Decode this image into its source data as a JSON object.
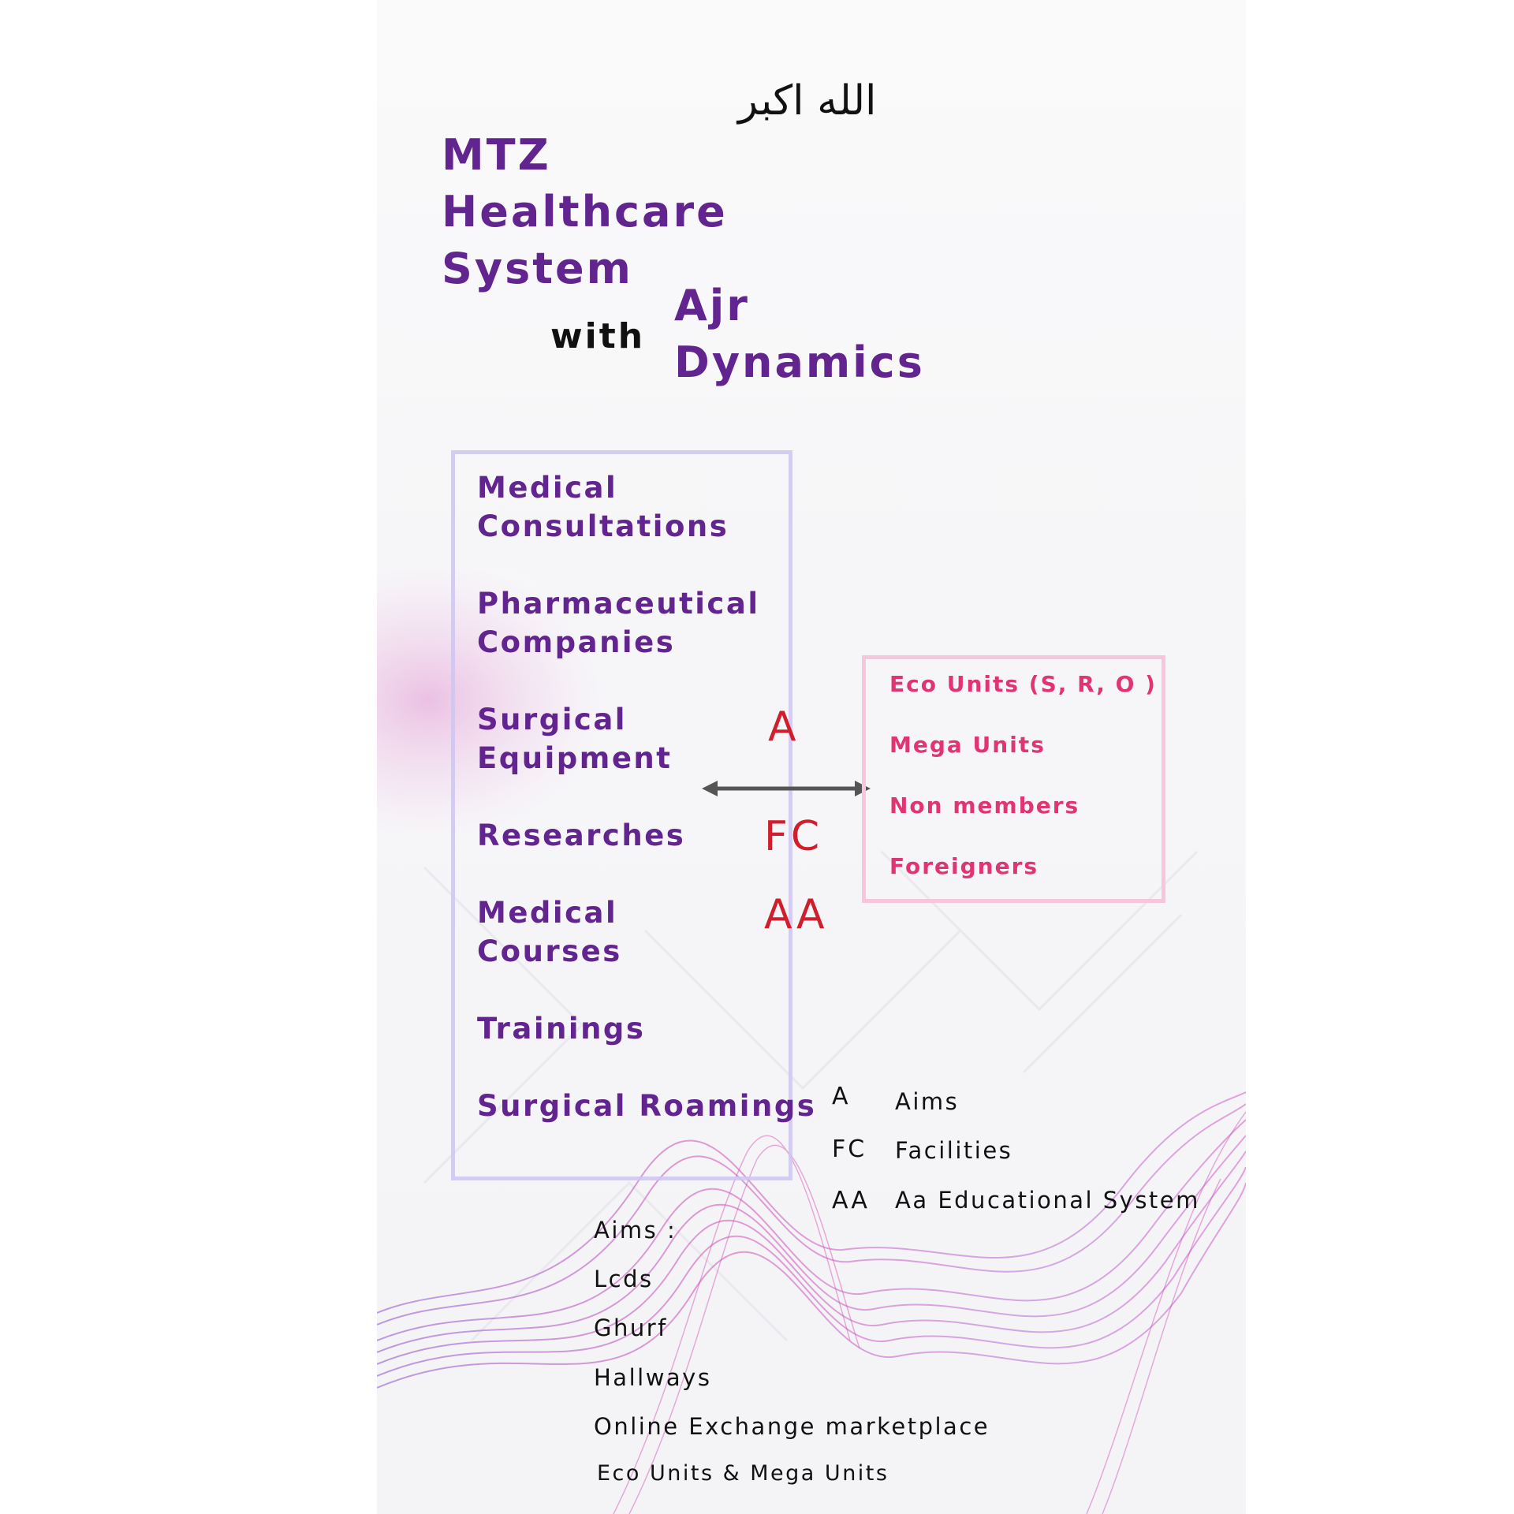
{
  "header": {
    "arabic_text": "الله اكبر",
    "title_lines": [
      "MTZ",
      "Healthcare",
      "System"
    ],
    "connector": "with",
    "subtitle_lines": [
      "Ajr",
      "Dynamics"
    ]
  },
  "services": [
    {
      "line1": "Medical",
      "line2": "Consultations"
    },
    {
      "line1": "Pharmaceutical",
      "line2": "Companies"
    },
    {
      "line1": "Surgical",
      "line2": "Equipment"
    },
    {
      "line1": "Researches",
      "line2": ""
    },
    {
      "line1": "Medical",
      "line2": "Courses"
    },
    {
      "line1": "Trainings",
      "line2": ""
    },
    {
      "line1": "Surgical Roamings",
      "line2": ""
    }
  ],
  "codes": [
    "A",
    "FC",
    "AA"
  ],
  "units": [
    "Eco Units (S, R, O )",
    "Mega Units",
    "Non members",
    "Foreigners"
  ],
  "legend": [
    {
      "key": "A",
      "value": "Aims"
    },
    {
      "key": "FC",
      "value": "Facilities"
    },
    {
      "key": "AA",
      "value": "Aa Educational System"
    }
  ],
  "aims": {
    "heading": "Aims :",
    "items": [
      "Lcds",
      "Ghurf",
      "Hallways",
      "Online Exchange marketplace",
      "Eco Units & Mega Units"
    ]
  },
  "colors": {
    "title_purple": "#62248e",
    "unit_pink": "#e03473",
    "code_red": "#d01f2c",
    "services_border": "#cec6f0",
    "units_border": "#f7c6dc",
    "wave_pink": "#d24fb4",
    "wave_purple": "#9a5bd6"
  }
}
